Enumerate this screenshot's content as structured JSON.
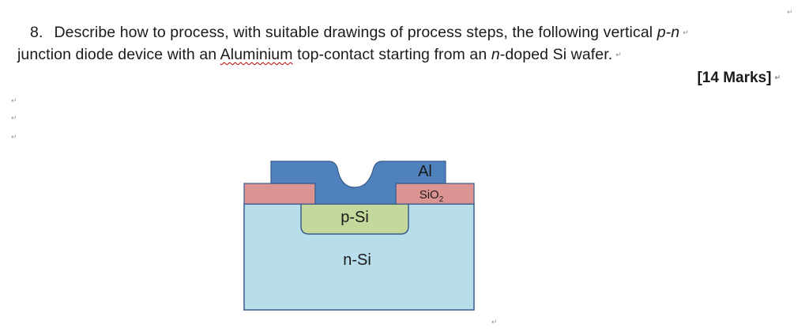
{
  "question": {
    "number": "8.",
    "line1_text": "Describe how to process, with suitable drawings of process steps, the following vertical ",
    "line1_italic": "p-n",
    "line2_start": "junction diode device with an ",
    "line2_underlined": "Aluminium",
    "line2_mid": " top-contact starting from an ",
    "line2_italic": "n",
    "line2_end": "-doped Si wafer.",
    "marks": "[14 Marks]"
  },
  "paragraph_mark": "↵",
  "diagram": {
    "labels": {
      "al": "Al",
      "sio2_base": "SiO",
      "sio2_sub": "2",
      "p_si": "p-Si",
      "n_si": "n-Si"
    },
    "colors": {
      "n_si": "#b7deea",
      "p_si": "#c4d89b",
      "sio2": "#dc9493",
      "al": "#4f81bd",
      "outline": "#385d8a"
    }
  }
}
